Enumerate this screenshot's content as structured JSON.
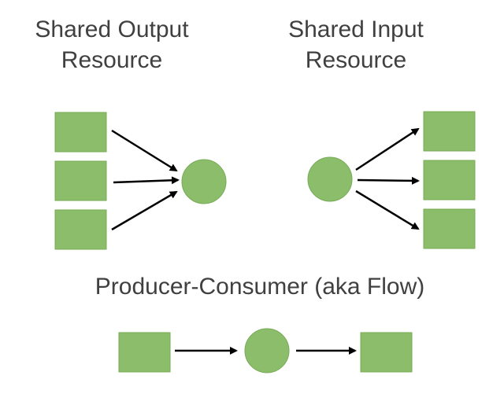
{
  "sections": {
    "shared_output": {
      "title_lines": [
        "Shared Output",
        "Resource"
      ]
    },
    "shared_input": {
      "title_lines": [
        "Shared Input",
        "Resource"
      ]
    },
    "producer_consumer": {
      "title": "Producer-Consumer (aka Flow)"
    }
  },
  "colors": {
    "shape_fill": "#8bbd6a",
    "shape_stroke": "#78ab57",
    "arrow": "#000000",
    "text": "#404040"
  }
}
